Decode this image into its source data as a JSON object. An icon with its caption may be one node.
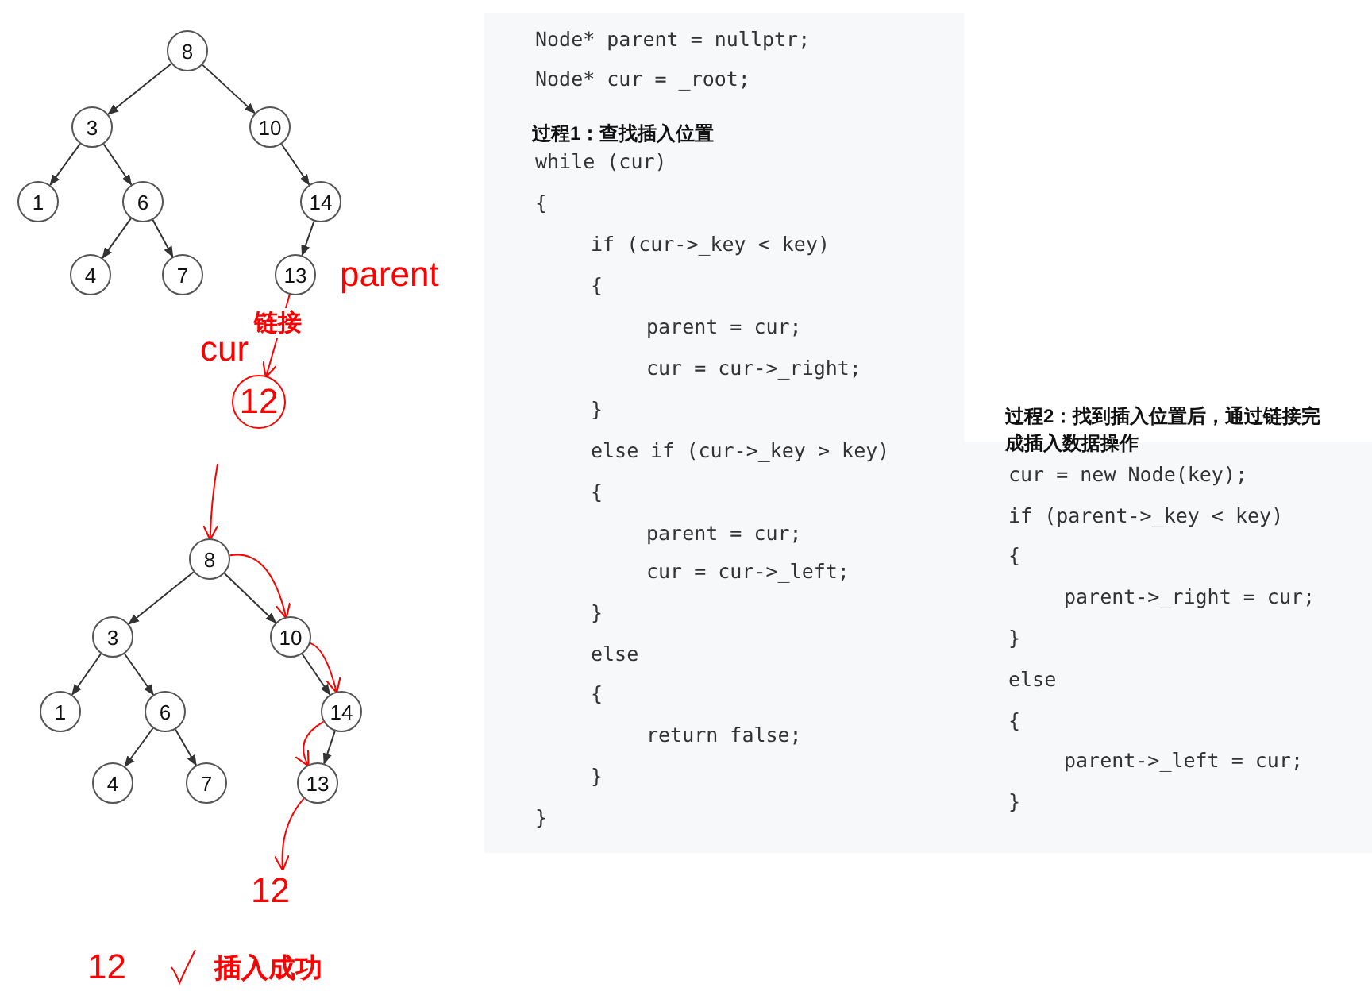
{
  "diagram": {
    "nodes": [
      {
        "text": [
          "8"
        ]
      },
      {
        "text": [
          "3"
        ]
      },
      {
        "text": [
          "10"
        ]
      },
      {
        "text": [
          "1"
        ]
      },
      {
        "text": [
          "6"
        ]
      },
      {
        "text": [
          "14"
        ]
      },
      {
        "text": [
          "4"
        ]
      },
      {
        "text": [
          "7"
        ]
      },
      {
        "text": [
          "13"
        ],
        "beside": [
          "parent"
        ]
      },
      {
        "text": [
          "12"
        ],
        "beside": [
          "cur"
        ]
      },
      {
        "text": [
          "8"
        ]
      },
      {
        "text": [
          "3"
        ]
      },
      {
        "text": [
          "10"
        ]
      },
      {
        "text": [
          "1"
        ]
      },
      {
        "text": [
          "6"
        ]
      },
      {
        "text": [
          "14"
        ]
      },
      {
        "text": [
          "4"
        ]
      },
      {
        "text": [
          "7"
        ]
      },
      {
        "text": [
          "13"
        ]
      },
      {
        "text": [
          "12"
        ]
      },
      {
        "text": [
          "Node* parent = nullptr;",
          "Node* cur = _root;",
          "过程1：查找插入位置",
          "while (cur)",
          "{",
          "if (cur->_key < key)",
          "{",
          "parent = cur;",
          "cur = cur->_right;",
          "}",
          "else if (cur->_key > key)",
          "{",
          "parent = cur;",
          "cur = cur->_left;",
          "}",
          "else",
          "{",
          "return false;",
          "}",
          "}"
        ]
      },
      {
        "text": [
          "过程2：找到插入位置后，通过链接完成插入数据操作",
          "cur = new Node(key);",
          "if (parent->_key < key)",
          "{",
          "parent->_right = cur;",
          "}",
          "else",
          "{",
          "parent->_left = cur;",
          "}"
        ]
      }
    ],
    "edges": [
      {
        "from": 0,
        "to": 1,
        "arrow": "to"
      },
      {
        "from": 0,
        "to": 2,
        "arrow": "to"
      },
      {
        "from": 1,
        "to": 3,
        "arrow": "to"
      },
      {
        "from": 1,
        "to": 4,
        "arrow": "to"
      },
      {
        "from": 2,
        "to": 5,
        "arrow": "to"
      },
      {
        "from": 4,
        "to": 6,
        "arrow": "to"
      },
      {
        "from": 4,
        "to": 7,
        "arrow": "to"
      },
      {
        "from": 5,
        "to": 8,
        "arrow": "to"
      },
      {
        "from": 8,
        "to": 9,
        "arrow": "to",
        "label": "链接",
        "color": "#ff0000"
      },
      {
        "from": 10,
        "to": 11,
        "arrow": "to"
      },
      {
        "from": 10,
        "to": 12,
        "arrow": "to"
      },
      {
        "from": 11,
        "to": 13,
        "arrow": "to"
      },
      {
        "from": 11,
        "to": 14,
        "arrow": "to"
      },
      {
        "from": 12,
        "to": 15,
        "arrow": "to"
      },
      {
        "from": 14,
        "to": 16,
        "arrow": "to"
      },
      {
        "from": 14,
        "to": 17,
        "arrow": "to"
      },
      {
        "from": 15,
        "to": 18,
        "arrow": "to"
      },
      {
        "from": null,
        "to": 10,
        "arrow": "to",
        "color": "#ff0000"
      },
      {
        "from": 10,
        "to": 12,
        "arrow": "to",
        "color": "#ff0000"
      },
      {
        "from": 12,
        "to": 15,
        "arrow": "to",
        "color": "#ff0000"
      },
      {
        "from": 15,
        "to": 18,
        "arrow": "to",
        "color": "#ff0000"
      },
      {
        "from": 18,
        "to": 19,
        "arrow": "to",
        "color": "#ff0000"
      }
    ],
    "labels": [
      "12",
      "插入成功"
    ]
  }
}
